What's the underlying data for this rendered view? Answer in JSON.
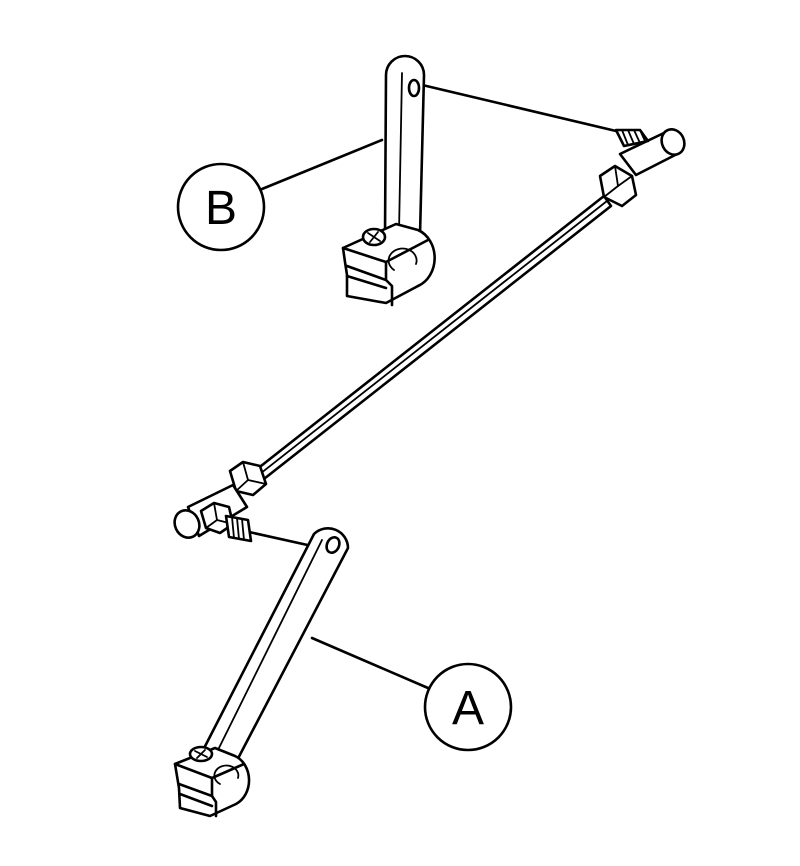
{
  "diagram": {
    "callouts": [
      {
        "id": "a",
        "label": "A"
      },
      {
        "id": "b",
        "label": "B"
      }
    ],
    "colors": {
      "line": "#000000",
      "background": "#ffffff"
    }
  }
}
